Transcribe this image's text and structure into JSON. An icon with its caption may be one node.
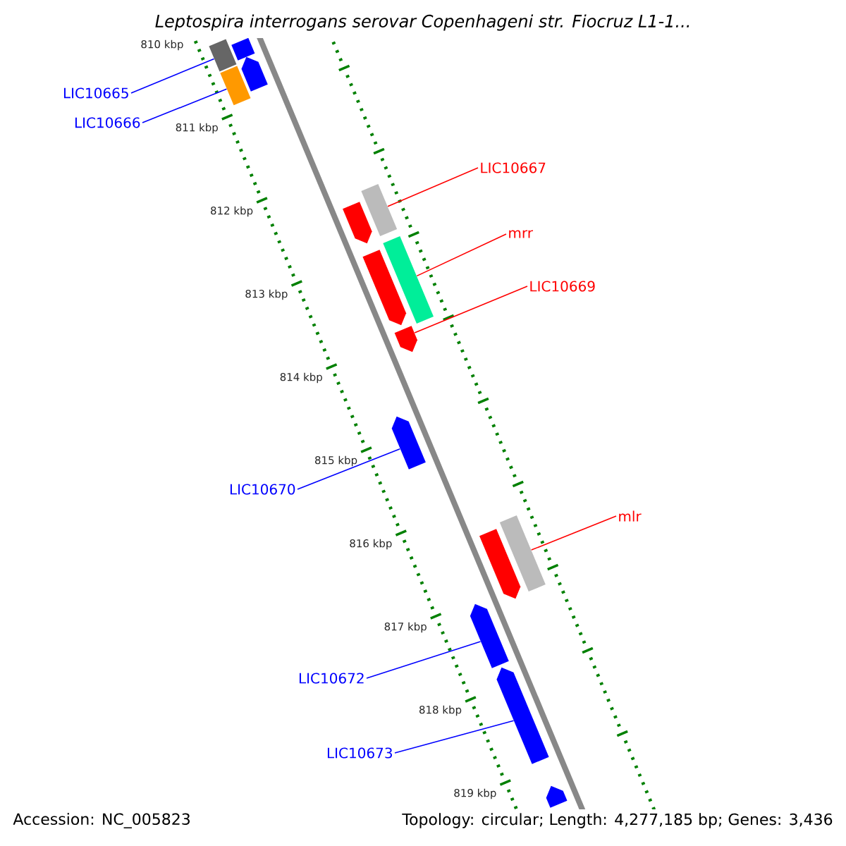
{
  "diagram": {
    "title": "Leptospira interrogans serovar Copenhageni str. Fiocruz L1-1...",
    "nodes": [
      {
        "text": [
          "LIC10665"
        ]
      },
      {
        "text": [
          "LIC10666"
        ]
      },
      {
        "text": [
          "LIC10667"
        ]
      },
      {
        "text": [
          "mrr"
        ]
      },
      {
        "text": [
          "LIC10669"
        ]
      },
      {
        "text": [
          "LIC10670"
        ]
      },
      {
        "text": [
          "mlr"
        ]
      },
      {
        "text": [
          "LIC10672"
        ]
      },
      {
        "text": [
          "LIC10673"
        ]
      },
      {
        "text": [],
        "shape": "box"
      },
      {
        "text": [],
        "shape": "box"
      },
      {
        "text": [],
        "shape": "box"
      },
      {
        "text": [],
        "shape": "arrow"
      },
      {
        "text": [],
        "shape": "box"
      },
      {
        "text": [],
        "shape": "arrow"
      },
      {
        "text": [],
        "shape": "arrow"
      },
      {
        "text": [],
        "shape": "box"
      },
      {
        "text": [],
        "shape": "arrow"
      },
      {
        "text": [],
        "shape": "arrow"
      },
      {
        "text": [],
        "shape": "arrow"
      },
      {
        "text": [],
        "shape": "box"
      },
      {
        "text": [],
        "shape": "arrow"
      },
      {
        "text": [],
        "shape": "arrow"
      },
      {
        "text": [],
        "shape": "arrow"
      }
    ],
    "edges": [
      {
        "from": 0,
        "to": 9,
        "arrow": "none"
      },
      {
        "from": 1,
        "to": 11,
        "arrow": "none"
      },
      {
        "from": 2,
        "to": 13,
        "arrow": "none",
        "color": "#ff0000"
      },
      {
        "from": 3,
        "to": 16,
        "arrow": "none",
        "color": "#ff0000"
      },
      {
        "from": 4,
        "to": 17,
        "arrow": "none",
        "color": "#ff0000"
      },
      {
        "from": 5,
        "to": 18,
        "arrow": "none"
      },
      {
        "from": 6,
        "to": 20,
        "arrow": "none",
        "color": "#ff0000"
      },
      {
        "from": 7,
        "to": 21,
        "arrow": "none"
      },
      {
        "from": 8,
        "to": 22,
        "arrow": "none"
      }
    ],
    "labels": [
      "810 kbp",
      "811 kbp",
      "812 kbp",
      "813 kbp",
      "814 kbp",
      "815 kbp",
      "816 kbp",
      "817 kbp",
      "818 kbp",
      "819 kbp",
      "Accession: NC_005823",
      "Topology: circular; Length: 4,277,185 bp; Genes: 3,436"
    ]
  }
}
